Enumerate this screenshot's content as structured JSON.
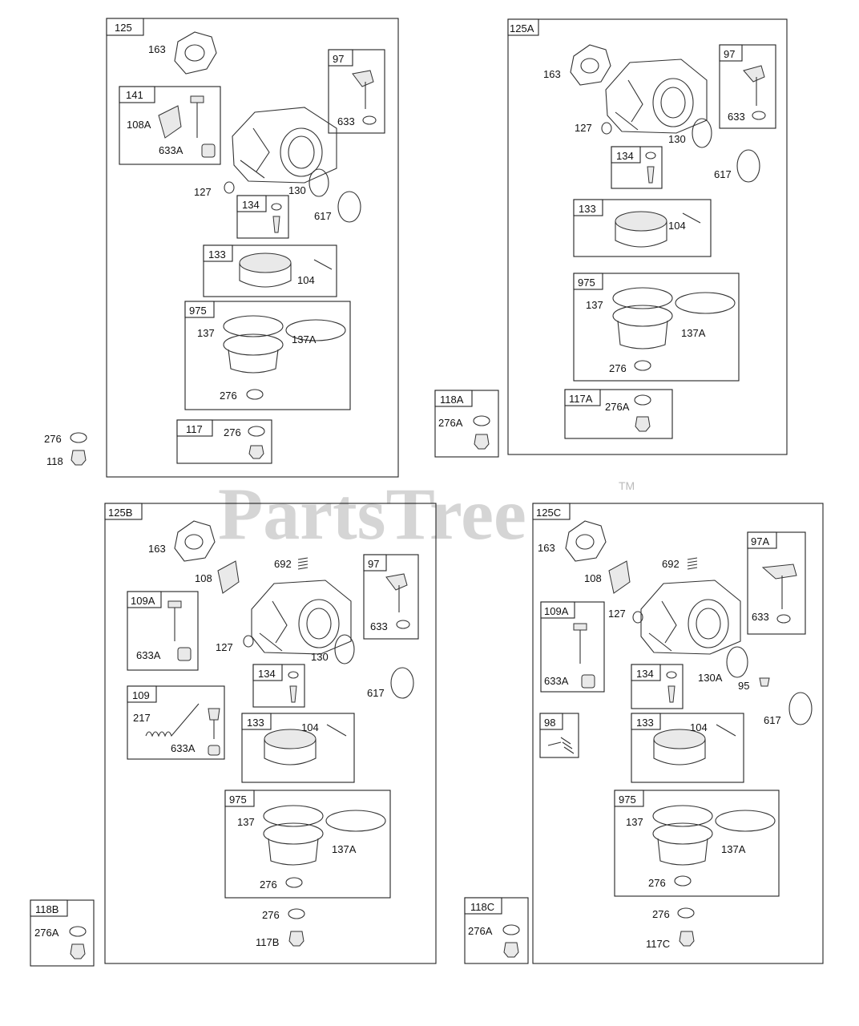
{
  "watermark": {
    "text": "PartsTree",
    "trademark": "TM"
  },
  "groups": [
    {
      "id": "125",
      "parts": [
        "163",
        "141",
        "108A",
        "633A",
        "97",
        "633",
        "127",
        "130",
        "134",
        "617",
        "133",
        "104",
        "975",
        "137",
        "137A",
        "276",
        "117",
        "276"
      ]
    },
    {
      "id": "125A",
      "parts": [
        "163",
        "97",
        "633",
        "127",
        "130",
        "134",
        "617",
        "133",
        "104",
        "975",
        "137",
        "137A",
        "276",
        "117A",
        "276A"
      ]
    },
    {
      "id": "125B",
      "parts": [
        "163",
        "108",
        "692",
        "97",
        "633",
        "109A",
        "633A",
        "127",
        "130",
        "134",
        "617",
        "109",
        "217",
        "633A",
        "133",
        "104",
        "975",
        "137",
        "137A",
        "276",
        "276",
        "117B"
      ]
    },
    {
      "id": "125C",
      "parts": [
        "163",
        "108",
        "692",
        "97A",
        "633",
        "109A",
        "633A",
        "127",
        "130A",
        "95",
        "134",
        "617",
        "98",
        "133",
        "104",
        "975",
        "137",
        "137A",
        "276",
        "276",
        "117C"
      ]
    }
  ],
  "loose_parts": [
    {
      "labels": [
        "276",
        "118"
      ]
    },
    {
      "id": "118A",
      "labels": [
        "276A"
      ]
    },
    {
      "id": "118B",
      "labels": [
        "276A"
      ]
    },
    {
      "id": "118C",
      "labels": [
        "276A"
      ]
    }
  ]
}
